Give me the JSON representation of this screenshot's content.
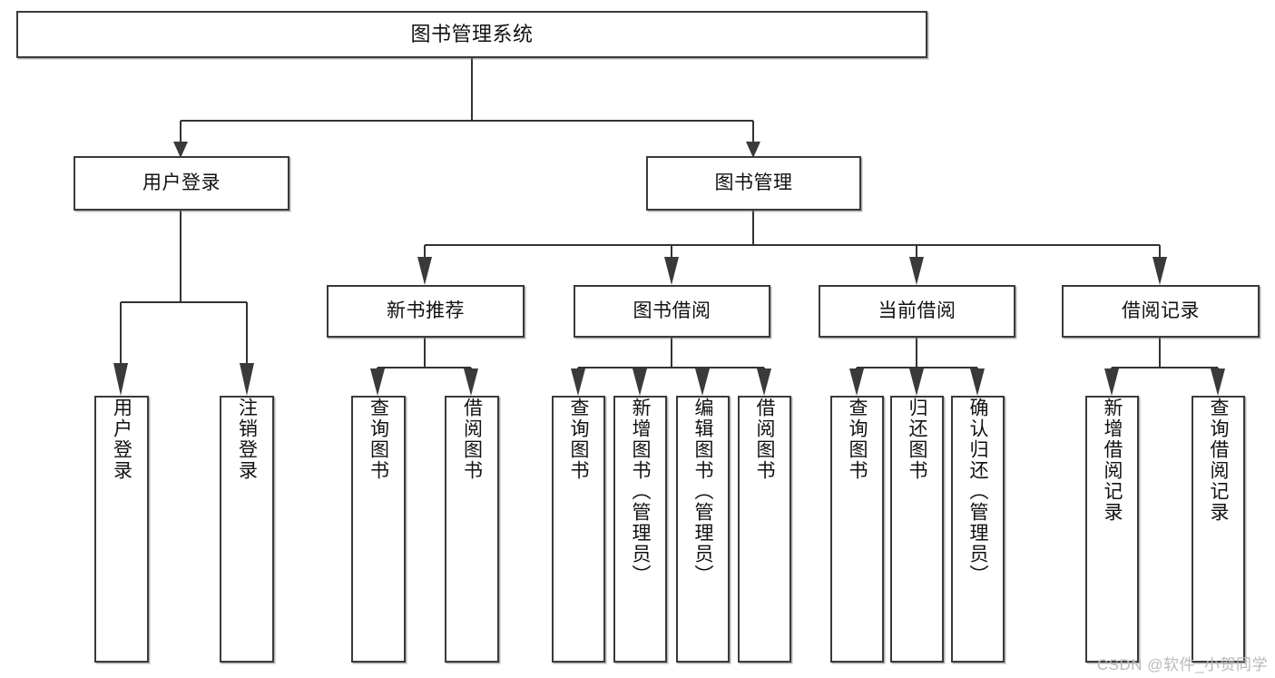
{
  "diagram": {
    "title": "图书管理系统",
    "type": "tree-functional-structure",
    "watermark": "CSDN @软件_小贺同学",
    "colors": {
      "stroke": "#3a3a3a",
      "box_fill": "#ffffff",
      "text": "#111111",
      "watermark": "#b9b9b9",
      "background": "#ffffff"
    },
    "root": {
      "label": "图书管理系统"
    },
    "branches": [
      {
        "id": "user-login",
        "label": "用户登录",
        "children": [
          {
            "id": "user-login-do",
            "label": "用户登录"
          },
          {
            "id": "user-logout",
            "label": "注销登录"
          }
        ]
      },
      {
        "id": "book-manage",
        "label": "图书管理",
        "children": [
          {
            "id": "new-book-recommend",
            "label": "新书推荐",
            "children": [
              {
                "id": "query-book-1",
                "label": "查询图书"
              },
              {
                "id": "borrow-book-1",
                "label": "借阅图书"
              }
            ]
          },
          {
            "id": "book-borrow",
            "label": "图书借阅",
            "children": [
              {
                "id": "query-book-2",
                "label": "查询图书"
              },
              {
                "id": "add-book",
                "label": "新增图书（管理员）"
              },
              {
                "id": "edit-book",
                "label": "编辑图书（管理员）"
              },
              {
                "id": "borrow-book-2",
                "label": "借阅图书"
              }
            ]
          },
          {
            "id": "current-borrow",
            "label": "当前借阅",
            "children": [
              {
                "id": "query-book-3",
                "label": "查询图书"
              },
              {
                "id": "return-book",
                "label": "归还图书"
              },
              {
                "id": "confirm-return",
                "label": "确认归还（管理员）"
              }
            ]
          },
          {
            "id": "borrow-record",
            "label": "借阅记录",
            "children": [
              {
                "id": "add-borrow-record",
                "label": "新增借阅记录"
              },
              {
                "id": "query-borrow-record",
                "label": "查询借阅记录"
              }
            ]
          }
        ]
      }
    ]
  }
}
